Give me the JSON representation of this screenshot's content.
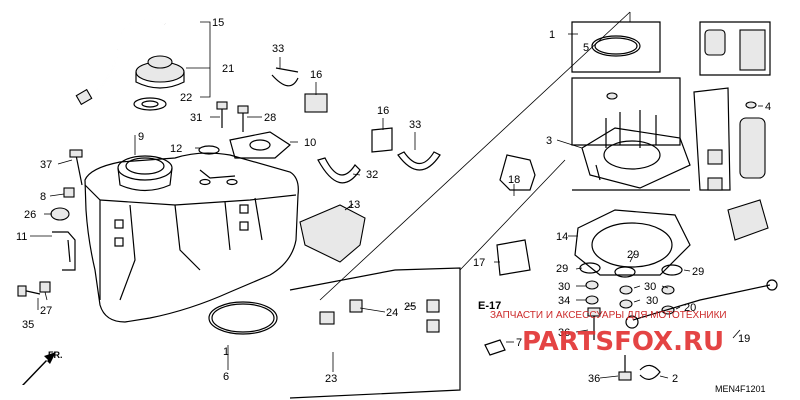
{
  "diagram": {
    "code": "MEN4F1201",
    "section_ref": "E-17",
    "direction_label": "FR.",
    "callouts": [
      "1",
      "2",
      "3",
      "4",
      "5",
      "6",
      "7",
      "8",
      "9",
      "10",
      "11",
      "12",
      "13",
      "14",
      "15",
      "16",
      "16",
      "17",
      "18",
      "19",
      "20",
      "21",
      "22",
      "23",
      "24",
      "25",
      "26",
      "27",
      "28",
      "29",
      "29",
      "29",
      "30",
      "30",
      "30",
      "31",
      "32",
      "33",
      "33",
      "34",
      "35",
      "36",
      "36",
      "37"
    ]
  },
  "watermark": {
    "line1": "ЗАПЧАСТИ И АКСЕССУАРЫ ДЛЯ МОТОТЕХНИКИ",
    "line2": "PARTSFOX.RU"
  }
}
